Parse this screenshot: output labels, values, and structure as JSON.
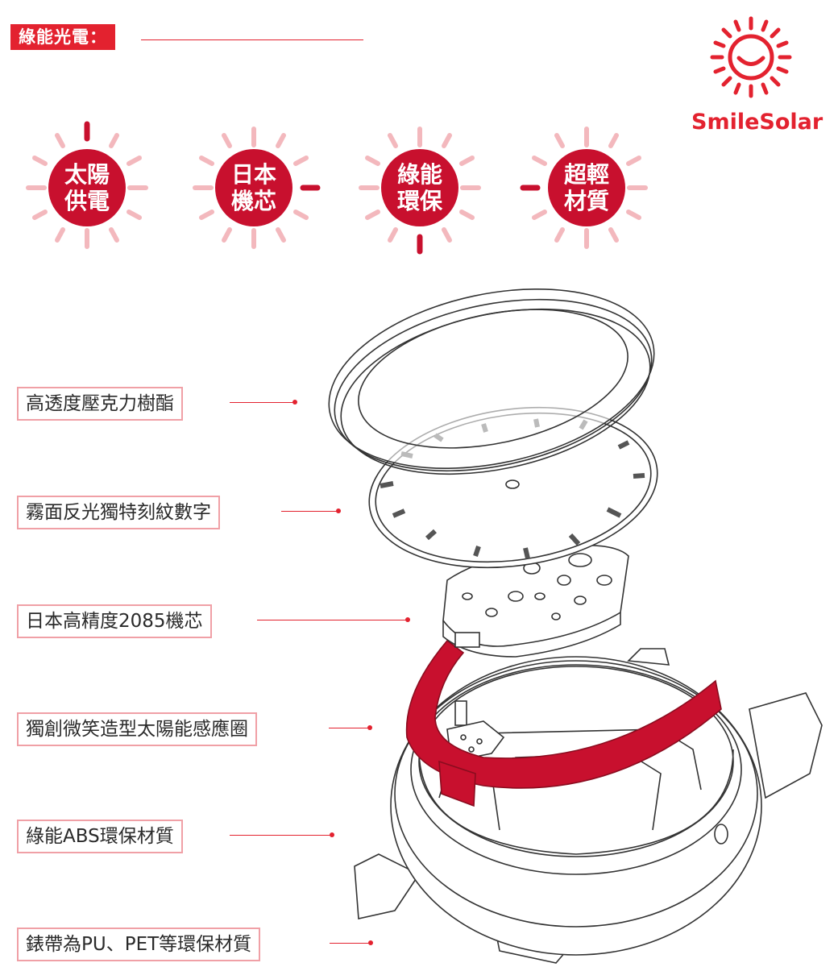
{
  "header": {
    "tag_label": "綠能光電："
  },
  "brand": {
    "logo_text": "SmileSolar",
    "accent_color": "#e3222f"
  },
  "features": [
    {
      "line1": "太陽",
      "line2": "供電",
      "marker": "top"
    },
    {
      "line1": "日本",
      "line2": "機芯",
      "marker": "right"
    },
    {
      "line1": "綠能",
      "line2": "環保",
      "marker": "bottom"
    },
    {
      "line1": "超輕",
      "line2": "材質",
      "marker": "left"
    }
  ],
  "callouts": [
    "高透度壓克力樹酯",
    "霧面反光獨特刻紋數字",
    "日本高精度2085機芯",
    "獨創微笑造型太陽能感應圈",
    "綠能ABS環保材質",
    "錶帶為PU、PET等環保材質"
  ]
}
